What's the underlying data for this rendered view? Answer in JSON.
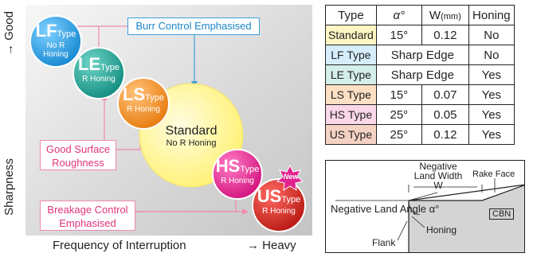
{
  "chart": {
    "y_axis_label": "Sharpness",
    "y_axis_top": "→ Good",
    "x_axis_label": "Frequency of Interruption",
    "x_axis_right": "→ Heavy",
    "callouts": {
      "burr": "Burr Control Emphasised",
      "surface": "Good Surface Roughness",
      "breakage": "Breakage Control Emphasised"
    },
    "circles": {
      "lf": {
        "code": "LF",
        "type": "Type",
        "sub": "No R Honing",
        "color": "#1a9be0"
      },
      "le": {
        "code": "LE",
        "type": "Type",
        "sub": "R Honing",
        "color": "#1a9a8c"
      },
      "ls": {
        "code": "LS",
        "type": "Type",
        "sub": "R Honing",
        "color": "#f08a1d"
      },
      "standard": {
        "title": "Standard",
        "sub": "No R Honing",
        "color": "#fff57a"
      },
      "hs": {
        "code": "HS",
        "type": "Type",
        "sub": "R Honing",
        "color": "#e2238f"
      },
      "us": {
        "code": "US",
        "type": "Type",
        "sub": "R Honing",
        "color": "#c9211c"
      },
      "new_badge": "New"
    }
  },
  "table": {
    "headers": [
      "Type",
      "α°",
      "W(mm)",
      "Honing"
    ],
    "header_w_main": "W",
    "header_w_unit": "(mm)",
    "rows": [
      {
        "type": "Standard",
        "alpha": "15°",
        "w": "0.12",
        "honing": "No",
        "color": "#fff6c4"
      },
      {
        "type": "LF Type",
        "merged": "Sharp Edge",
        "honing": "No",
        "color": "#d6eefb"
      },
      {
        "type": "LE Type",
        "merged": "Sharp Edge",
        "honing": "Yes",
        "color": "#d4eee9"
      },
      {
        "type": "LS Type",
        "alpha": "15°",
        "w": "0.07",
        "honing": "Yes",
        "color": "#fde0c4"
      },
      {
        "type": "HS Type",
        "alpha": "25°",
        "w": "0.05",
        "honing": "Yes",
        "color": "#fbd7ea"
      },
      {
        "type": "US Type",
        "alpha": "25°",
        "w": "0.12",
        "honing": "Yes",
        "color": "#f5d3c4"
      }
    ]
  },
  "edge_diagram": {
    "negative_land_width": "Negative Land Width W",
    "rake_face": "Rake Face",
    "negative_land_angle": "Negative Land Angle α°",
    "cbn": "CBN",
    "honing": "Honing",
    "flank": "Flank"
  }
}
